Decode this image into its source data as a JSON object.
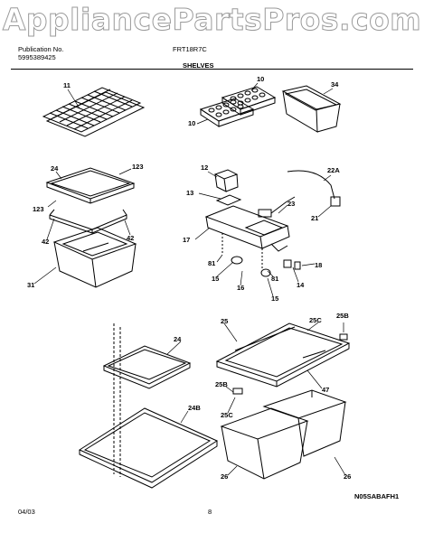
{
  "watermark": "AppliancePartsPros.com",
  "header": {
    "publication_label": "Publication No.",
    "publication_no": "5995389425",
    "model": "FRT18R7C",
    "section": "SHELVES"
  },
  "footer": {
    "date": "04/03",
    "page": "8",
    "code": "N05SABAFH1"
  },
  "callouts": {
    "c11": "11",
    "c10a": "10",
    "c10b": "10",
    "c34": "34",
    "c24a": "24",
    "c123a": "123",
    "c123b": "123",
    "c42a": "42",
    "c42b": "42",
    "c31": "31",
    "c12": "12",
    "c13": "13",
    "c17": "17",
    "c81a": "81",
    "c15a": "15",
    "c16": "16",
    "c81b": "81",
    "c15b": "15",
    "c14": "14",
    "c18": "18",
    "c21": "21",
    "c23": "23",
    "c22A": "22A",
    "c24b": "24",
    "c24B": "24B",
    "c25": "25",
    "c25Ca": "25C",
    "c25Ba": "25B",
    "c47": "47",
    "c25Bb": "25B",
    "c25Cb": "25C",
    "c26a": "26",
    "c26b": "26"
  }
}
